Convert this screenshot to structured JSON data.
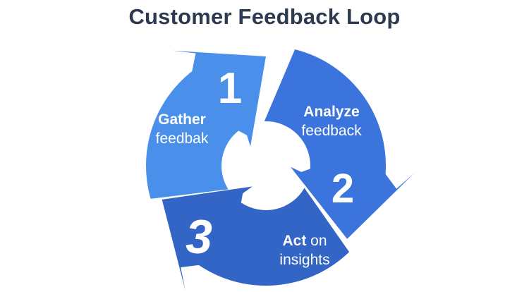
{
  "page": {
    "background": "#ffffff"
  },
  "title": {
    "text": "Customer Feedback Loop",
    "color": "#2d3a50"
  },
  "diagram": {
    "type": "cycle",
    "direction": "clockwise",
    "center_fill": "#ffffff",
    "steps": [
      {
        "number": "1",
        "color": "#4a90ea",
        "start_angle": 238,
        "head_angle": 322,
        "label_lines": [
          [
            {
              "text": "Gather",
              "bold": true
            }
          ],
          [
            {
              "text": "feedbak",
              "bold": false
            }
          ]
        ]
      },
      {
        "number": "2",
        "color": "#3b74dc",
        "start_angle": 358,
        "head_angle": 94,
        "label_lines": [
          [
            {
              "text": "Analyze",
              "bold": true
            }
          ],
          [
            {
              "text": "feedback",
              "bold": false
            }
          ]
        ]
      },
      {
        "number": "3",
        "color": "#3365c6",
        "start_angle": 120,
        "head_angle": 214,
        "label_lines": [
          [
            {
              "text": "Act",
              "bold": true
            },
            {
              "text": " on",
              "bold": false
            }
          ],
          [
            {
              "text": "insights",
              "bold": false
            }
          ]
        ]
      }
    ]
  }
}
